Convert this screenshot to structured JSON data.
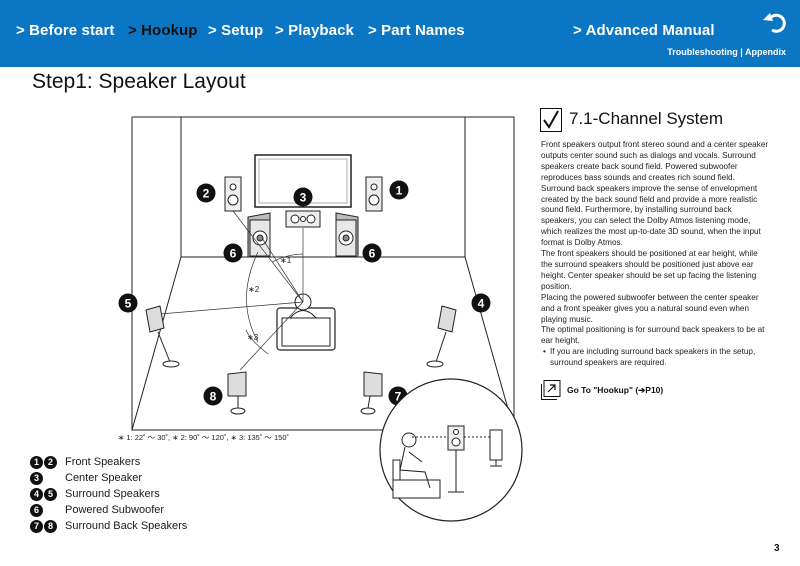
{
  "header": {
    "nav": [
      {
        "label": "> Before start"
      },
      {
        "label": "> Hookup"
      },
      {
        "label": "> Setup"
      },
      {
        "label": "> Playback"
      },
      {
        "label": "> Part Names"
      },
      {
        "label": "> Advanced Manual"
      }
    ],
    "active": "> Hookup",
    "sublinks": {
      "troubleshooting": "Troubleshooting",
      "separator": " | ",
      "appendix": "Appendix"
    },
    "accent_color": "#0a76c4",
    "back_icon": "back-arrow-icon"
  },
  "page": {
    "title": "Step1: Speaker Layout",
    "page_number": "3"
  },
  "diagram": {
    "marks": [
      "∗1",
      "∗2",
      "∗3"
    ],
    "numbers": [
      "1",
      "2",
      "3",
      "4",
      "5",
      "6",
      "6",
      "7",
      "8"
    ],
    "footnote": "∗ 1: 22˚ ～ 30˚, ∗ 2: 90˚ ～ 120˚, ∗ 3: 135˚ ～ 150˚"
  },
  "legend": [
    {
      "badges": [
        "1",
        "2"
      ],
      "label": "Front Speakers"
    },
    {
      "badges": [
        "3"
      ],
      "label": "Center Speaker"
    },
    {
      "badges": [
        "4",
        "5"
      ],
      "label": "Surround Speakers"
    },
    {
      "badges": [
        "6"
      ],
      "label": "Powered Subwoofer"
    },
    {
      "badges": [
        "7",
        "8"
      ],
      "label": "Surround Back Speakers"
    }
  ],
  "section": {
    "title": "7.1-Channel System",
    "paragraphs": [
      "Front speakers output front stereo sound and a center speaker outputs center sound such as dialogs and vocals. Surround speakers create back sound field. Powered subwoofer reproduces bass sounds and creates rich sound field.",
      "Surround back speakers improve the sense of envelopment created by the back sound field and provide a more realistic sound field. Furthermore, by installing surround back speakers, you can select the Dolby Atmos listening mode, which realizes the most up-to-date 3D sound, when the input format is Dolby Atmos.",
      "The front speakers should be positioned at ear height, while the surround speakers should be positioned just above ear height. Center speaker should be set up facing the listening position.",
      "Placing the powered subwoofer between the center speaker and a front speaker gives you a natural sound even when playing music.",
      "The optimal positioning is for surround back speakers to be at ear height."
    ],
    "bullet": "If you are including surround back speakers in the setup, surround speakers are required.",
    "goto": "Go To \"Hookup\" (➔P10)"
  }
}
